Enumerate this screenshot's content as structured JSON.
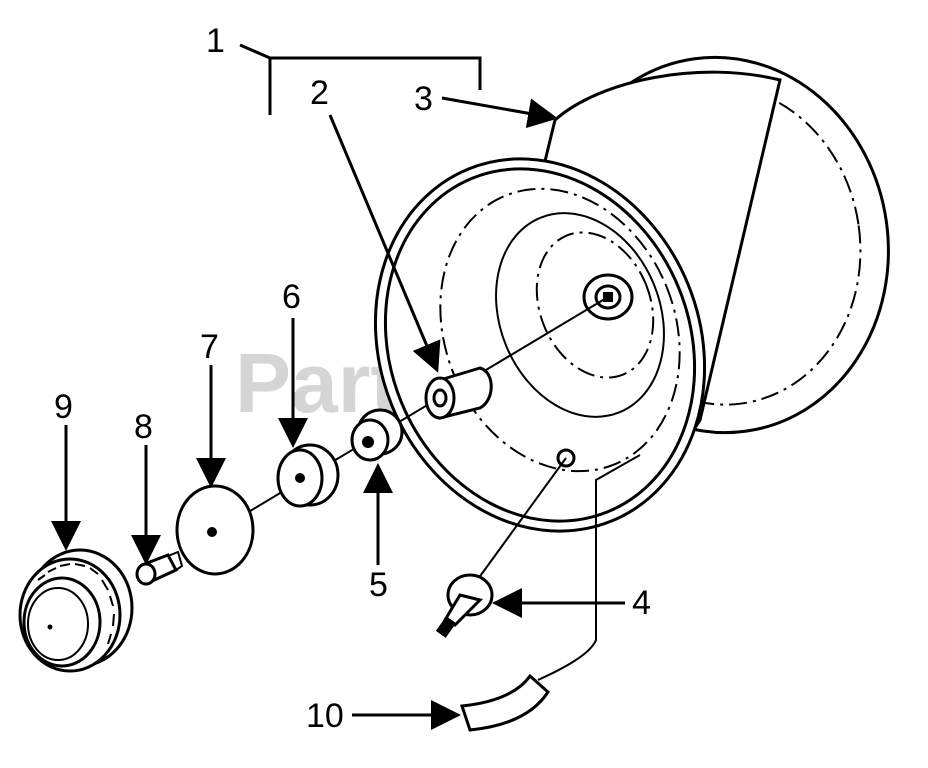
{
  "watermark": "PartsTree",
  "callouts": [
    "1",
    "2",
    "3",
    "4",
    "5",
    "6",
    "7",
    "8",
    "9",
    "10"
  ]
}
